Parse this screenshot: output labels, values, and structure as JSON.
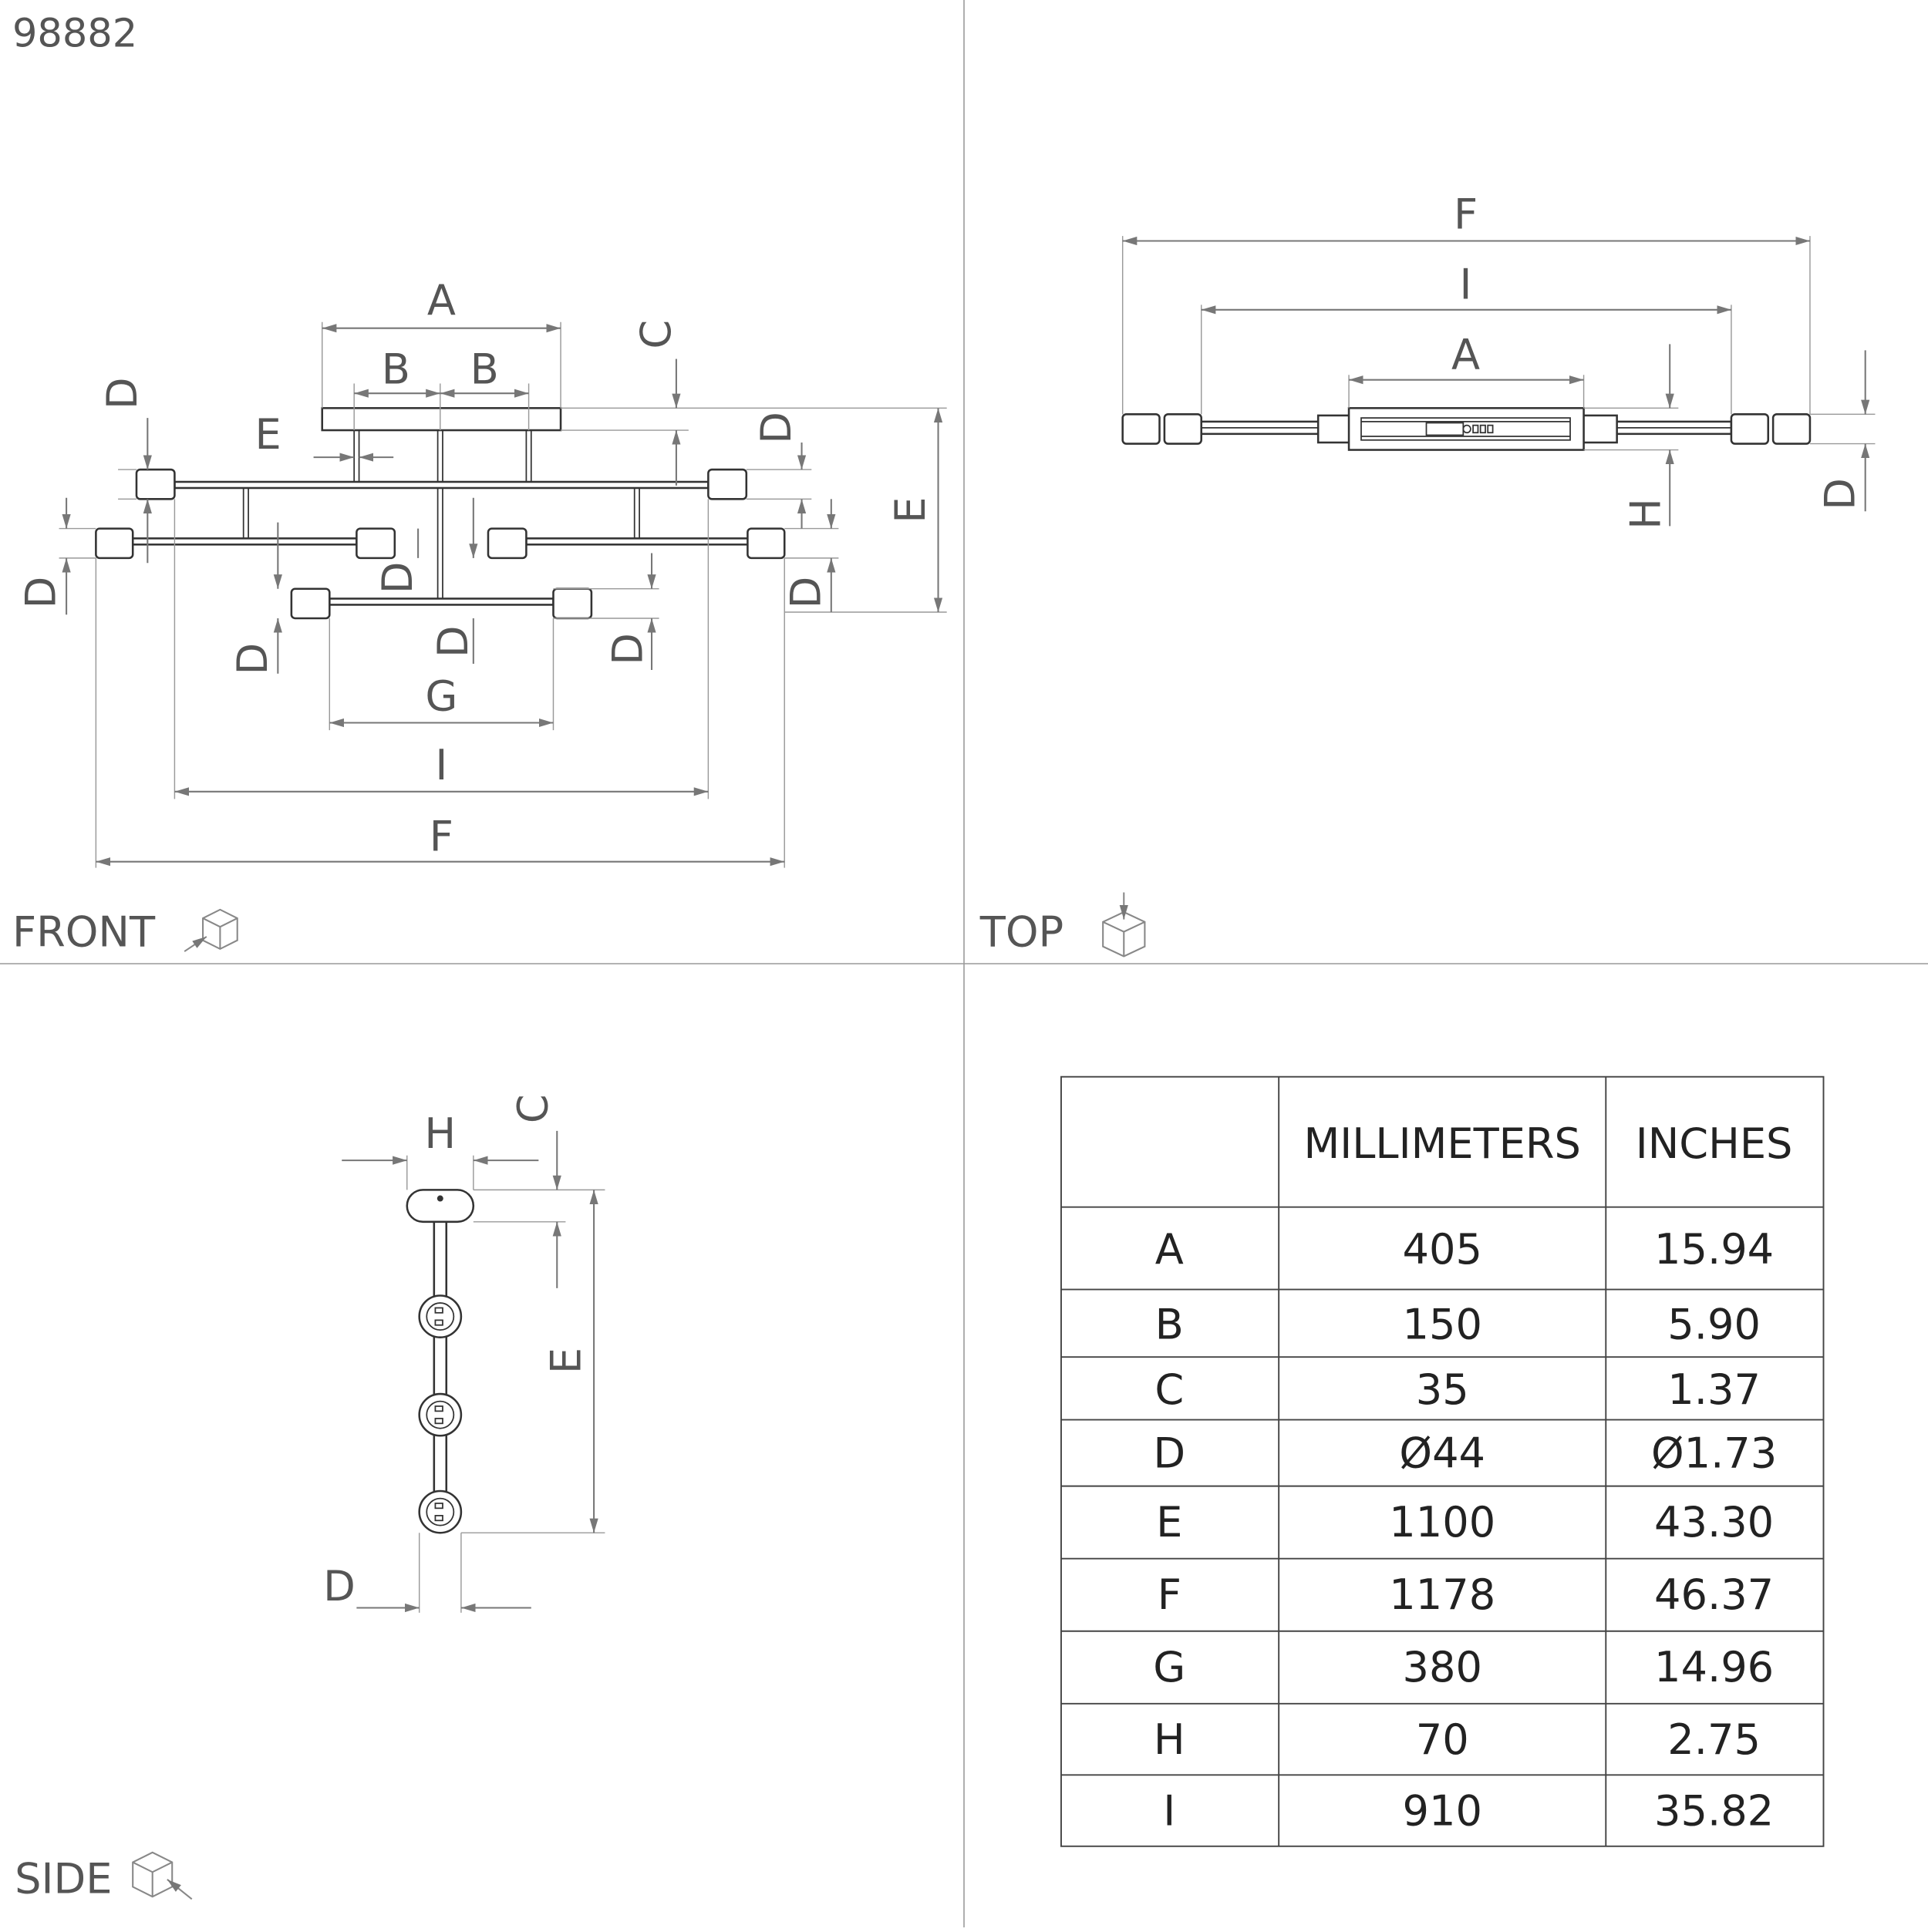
{
  "model_number": "98882",
  "views": {
    "front": "FRONT",
    "top": "TOP",
    "side": "SIDE"
  },
  "letters": {
    "A": "A",
    "B": "B",
    "C": "C",
    "D": "D",
    "E": "E",
    "F": "F",
    "G": "G",
    "H": "H",
    "I": "I"
  },
  "icons": {
    "front": "cube-front-view-icon",
    "top": "cube-top-view-icon",
    "side": "cube-side-view-icon"
  },
  "table": {
    "headers": [
      "",
      "MILLIMETERS",
      "INCHES"
    ],
    "rows": [
      {
        "label": "A",
        "mm": "405",
        "in": "15.94"
      },
      {
        "label": "B",
        "mm": "150",
        "in": "5.90"
      },
      {
        "label": "C",
        "mm": "35",
        "in": "1.37"
      },
      {
        "label": "D",
        "mm": "Ø44",
        "in": "Ø1.73"
      },
      {
        "label": "E",
        "mm": "1100",
        "in": "43.30"
      },
      {
        "label": "F",
        "mm": "1178",
        "in": "46.37"
      },
      {
        "label": "G",
        "mm": "380",
        "in": "14.96"
      },
      {
        "label": "H",
        "mm": "70",
        "in": "2.75"
      },
      {
        "label": "I",
        "mm": "910",
        "in": "35.82"
      }
    ]
  },
  "colors": {
    "line": "#333333",
    "dimension": "#777777",
    "text": "#555555",
    "background": "#ffffff"
  }
}
